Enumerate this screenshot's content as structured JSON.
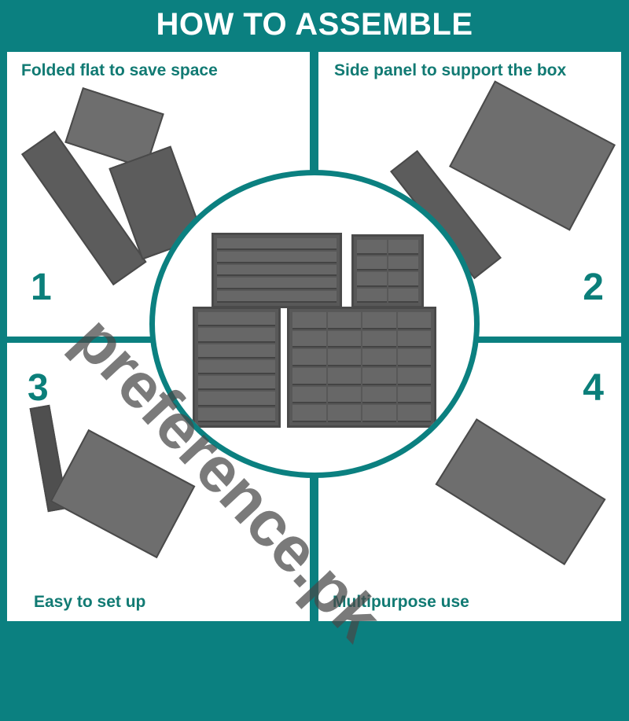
{
  "header": {
    "title": "HOW TO ASSEMBLE"
  },
  "steps": [
    {
      "number": "1",
      "caption": "Folded flat to save space",
      "image": "folded-flat-organizer-panels"
    },
    {
      "number": "2",
      "caption": "Side panel to support the box",
      "image": "side-panel-insertion"
    },
    {
      "number": "3",
      "caption": "Easy to set up",
      "image": "box-with-dividers-unfolding"
    },
    {
      "number": "4",
      "caption": "Multipurpose use",
      "image": "assembled-box-with-dividers"
    }
  ],
  "center": {
    "image": "four-assembled-organizer-boxes"
  },
  "watermark": {
    "text": "preference.pk"
  },
  "colors": {
    "teal": "#0b8080",
    "caption_teal": "#117a73",
    "panel_bg": "#ffffff",
    "fabric_gray": "#5c5c5c"
  }
}
